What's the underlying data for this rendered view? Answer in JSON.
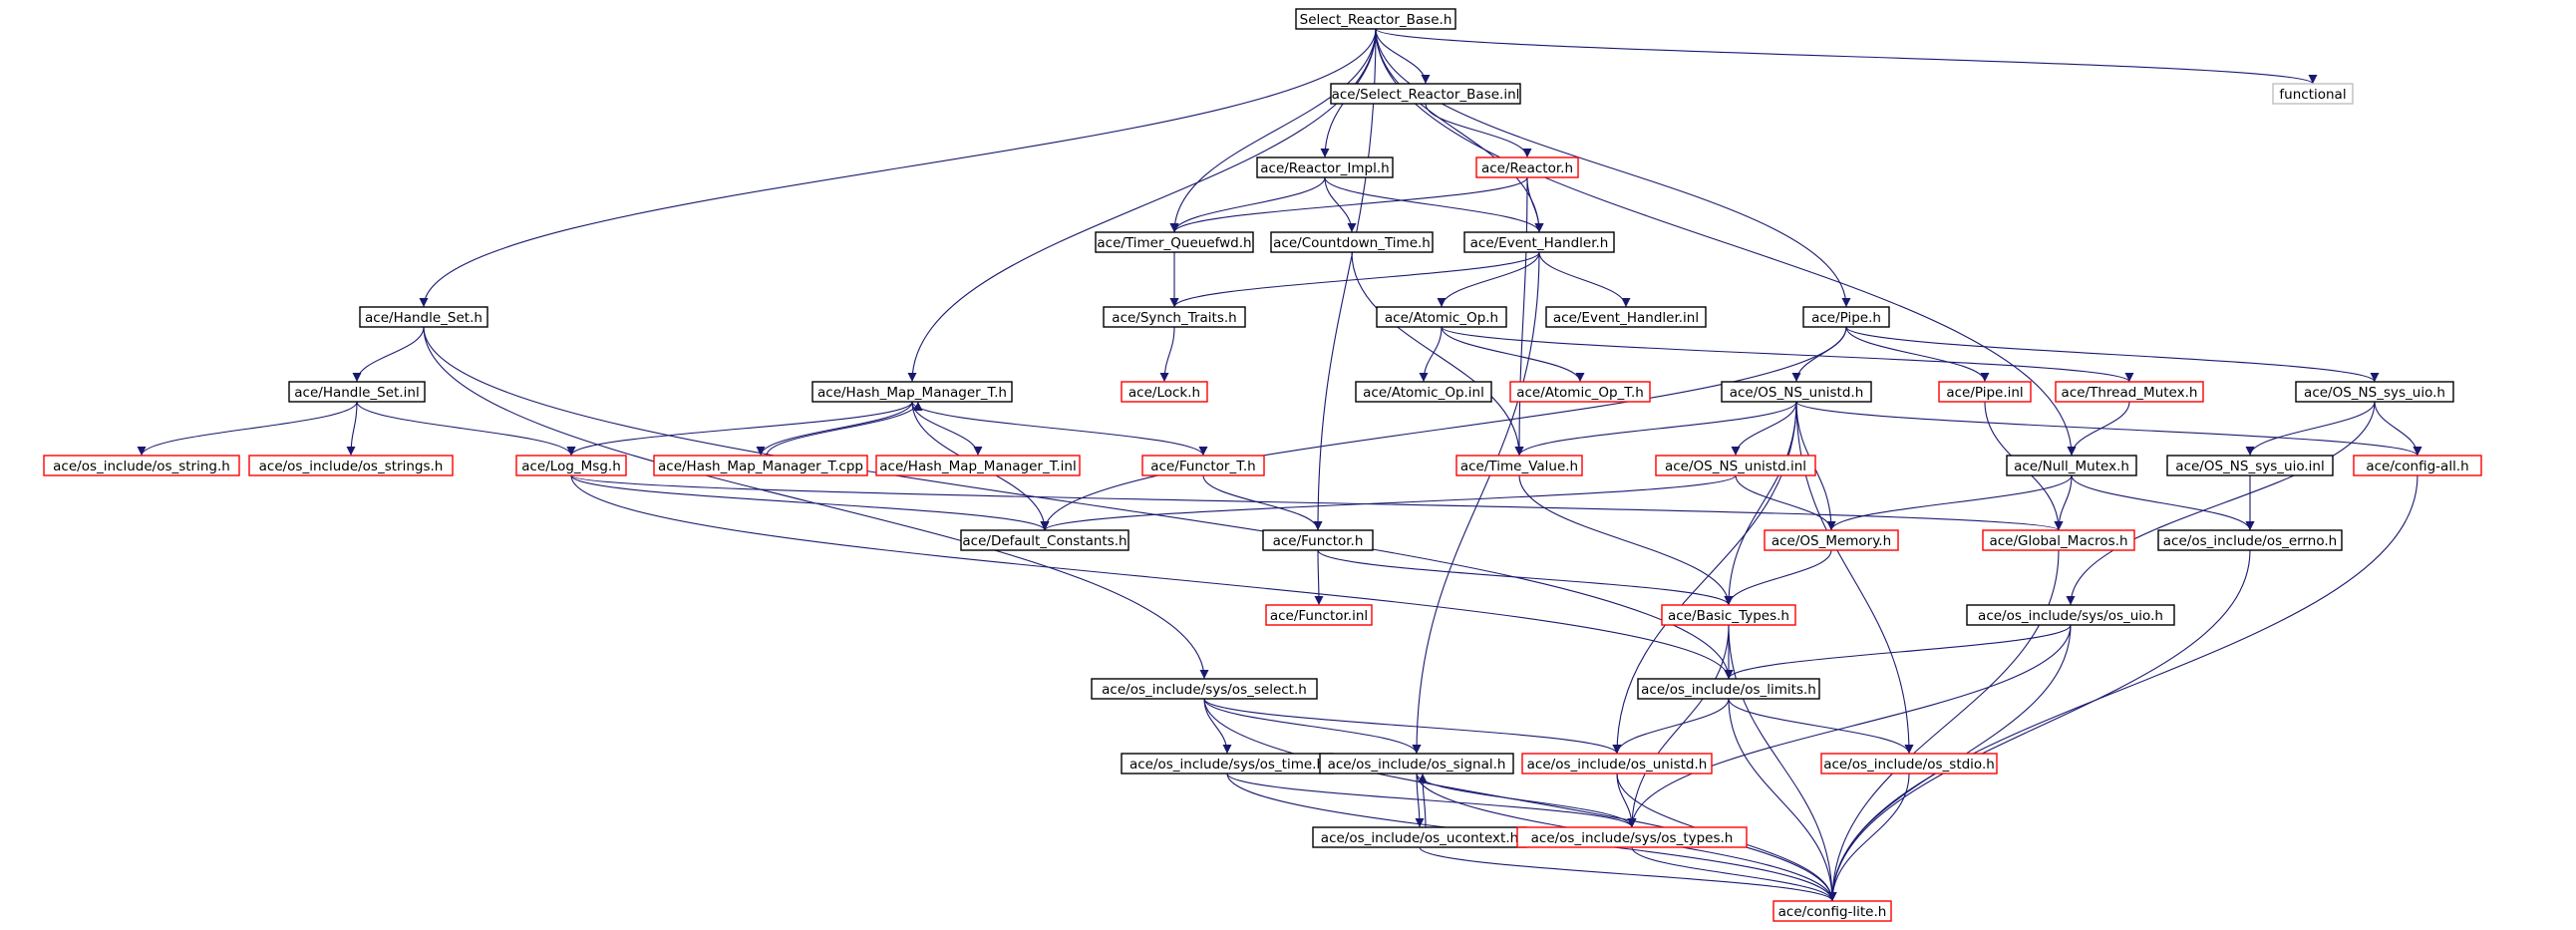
{
  "colors": {
    "edge": "#191970",
    "border_normal": "#000000",
    "border_truncated": "#ff0000",
    "border_external": "#bfbfbf",
    "root_fill": "#bfbfbf",
    "text": "#000000"
  },
  "nodes": [
    {
      "id": "select_reactor_base_h",
      "label": "Select_Reactor_Base.h",
      "style": "root"
    },
    {
      "id": "functional",
      "label": "functional",
      "style": "external"
    },
    {
      "id": "select_reactor_base_inl",
      "label": "ace/Select_Reactor_Base.inl",
      "style": "normal"
    },
    {
      "id": "reactor_impl_h",
      "label": "ace/Reactor_Impl.h",
      "style": "normal"
    },
    {
      "id": "reactor_h",
      "label": "ace/Reactor.h",
      "style": "truncated"
    },
    {
      "id": "timer_queuefwd_h",
      "label": "ace/Timer_Queuefwd.h",
      "style": "normal"
    },
    {
      "id": "countdown_time_h",
      "label": "ace/Countdown_Time.h",
      "style": "normal"
    },
    {
      "id": "event_handler_h",
      "label": "ace/Event_Handler.h",
      "style": "normal"
    },
    {
      "id": "handle_set_h",
      "label": "ace/Handle_Set.h",
      "style": "normal"
    },
    {
      "id": "synch_traits_h",
      "label": "ace/Synch_Traits.h",
      "style": "normal"
    },
    {
      "id": "atomic_op_h",
      "label": "ace/Atomic_Op.h",
      "style": "normal"
    },
    {
      "id": "event_handler_inl",
      "label": "ace/Event_Handler.inl",
      "style": "normal"
    },
    {
      "id": "pipe_h",
      "label": "ace/Pipe.h",
      "style": "normal"
    },
    {
      "id": "handle_set_inl",
      "label": "ace/Handle_Set.inl",
      "style": "normal"
    },
    {
      "id": "hash_map_manager_t_h",
      "label": "ace/Hash_Map_Manager_T.h",
      "style": "normal"
    },
    {
      "id": "lock_h",
      "label": "ace/Lock.h",
      "style": "truncated"
    },
    {
      "id": "atomic_op_inl",
      "label": "ace/Atomic_Op.inl",
      "style": "normal"
    },
    {
      "id": "atomic_op_t_h",
      "label": "ace/Atomic_Op_T.h",
      "style": "truncated"
    },
    {
      "id": "os_ns_unistd_h",
      "label": "ace/OS_NS_unistd.h",
      "style": "normal"
    },
    {
      "id": "pipe_inl",
      "label": "ace/Pipe.inl",
      "style": "truncated"
    },
    {
      "id": "thread_mutex_h",
      "label": "ace/Thread_Mutex.h",
      "style": "truncated"
    },
    {
      "id": "os_ns_sys_uio_h",
      "label": "ace/OS_NS_sys_uio.h",
      "style": "normal"
    },
    {
      "id": "os_string_h",
      "label": "ace/os_include/os_string.h",
      "style": "truncated"
    },
    {
      "id": "os_strings_h",
      "label": "ace/os_include/os_strings.h",
      "style": "truncated"
    },
    {
      "id": "log_msg_h",
      "label": "ace/Log_Msg.h",
      "style": "truncated"
    },
    {
      "id": "hash_map_manager_t_cpp",
      "label": "ace/Hash_Map_Manager_T.cpp",
      "style": "truncated"
    },
    {
      "id": "hash_map_manager_t_inl",
      "label": "ace/Hash_Map_Manager_T.inl",
      "style": "truncated"
    },
    {
      "id": "functor_t_h",
      "label": "ace/Functor_T.h",
      "style": "truncated"
    },
    {
      "id": "time_value_h",
      "label": "ace/Time_Value.h",
      "style": "truncated"
    },
    {
      "id": "os_ns_unistd_inl",
      "label": "ace/OS_NS_unistd.inl",
      "style": "truncated"
    },
    {
      "id": "null_mutex_h",
      "label": "ace/Null_Mutex.h",
      "style": "normal"
    },
    {
      "id": "os_ns_sys_uio_inl",
      "label": "ace/OS_NS_sys_uio.inl",
      "style": "normal"
    },
    {
      "id": "config_all_h",
      "label": "ace/config-all.h",
      "style": "truncated"
    },
    {
      "id": "default_constants_h",
      "label": "ace/Default_Constants.h",
      "style": "normal"
    },
    {
      "id": "functor_h",
      "label": "ace/Functor.h",
      "style": "normal"
    },
    {
      "id": "os_memory_h",
      "label": "ace/OS_Memory.h",
      "style": "truncated"
    },
    {
      "id": "global_macros_h",
      "label": "ace/Global_Macros.h",
      "style": "truncated"
    },
    {
      "id": "os_errno_h",
      "label": "ace/os_include/os_errno.h",
      "style": "normal"
    },
    {
      "id": "functor_inl",
      "label": "ace/Functor.inl",
      "style": "truncated"
    },
    {
      "id": "basic_types_h",
      "label": "ace/Basic_Types.h",
      "style": "truncated"
    },
    {
      "id": "sys_os_uio_h",
      "label": "ace/os_include/sys/os_uio.h",
      "style": "normal"
    },
    {
      "id": "os_limits_h",
      "label": "ace/os_include/os_limits.h",
      "style": "normal"
    },
    {
      "id": "sys_os_select_h",
      "label": "ace/os_include/sys/os_select.h",
      "style": "normal"
    },
    {
      "id": "sys_os_time_h",
      "label": "ace/os_include/sys/os_time.h",
      "style": "normal"
    },
    {
      "id": "os_signal_h",
      "label": "ace/os_include/os_signal.h",
      "style": "normal"
    },
    {
      "id": "os_unistd_h",
      "label": "ace/os_include/os_unistd.h",
      "style": "truncated"
    },
    {
      "id": "os_stdio_h",
      "label": "ace/os_include/os_stdio.h",
      "style": "truncated"
    },
    {
      "id": "os_ucontext_h",
      "label": "ace/os_include/os_ucontext.h",
      "style": "normal"
    },
    {
      "id": "sys_os_types_h",
      "label": "ace/os_include/sys/os_types.h",
      "style": "truncated"
    },
    {
      "id": "config_lite_h",
      "label": "ace/config-lite.h",
      "style": "truncated"
    }
  ],
  "edges": [
    [
      "select_reactor_base_h",
      "functional"
    ],
    [
      "select_reactor_base_h",
      "select_reactor_base_inl"
    ],
    [
      "select_reactor_base_h",
      "reactor_impl_h"
    ],
    [
      "select_reactor_base_h",
      "timer_queuefwd_h"
    ],
    [
      "select_reactor_base_h",
      "event_handler_h"
    ],
    [
      "select_reactor_base_h",
      "handle_set_h"
    ],
    [
      "select_reactor_base_h",
      "hash_map_manager_t_h"
    ],
    [
      "select_reactor_base_h",
      "functor_h"
    ],
    [
      "select_reactor_base_h",
      "pipe_h"
    ],
    [
      "select_reactor_base_h",
      "null_mutex_h"
    ],
    [
      "select_reactor_base_inl",
      "reactor_h"
    ],
    [
      "reactor_h",
      "event_handler_h"
    ],
    [
      "reactor_h",
      "timer_queuefwd_h"
    ],
    [
      "reactor_h",
      "time_value_h"
    ],
    [
      "reactor_impl_h",
      "timer_queuefwd_h"
    ],
    [
      "reactor_impl_h",
      "countdown_time_h"
    ],
    [
      "reactor_impl_h",
      "event_handler_h"
    ],
    [
      "timer_queuefwd_h",
      "synch_traits_h"
    ],
    [
      "countdown_time_h",
      "time_value_h"
    ],
    [
      "event_handler_h",
      "synch_traits_h"
    ],
    [
      "event_handler_h",
      "atomic_op_h"
    ],
    [
      "event_handler_h",
      "event_handler_inl"
    ],
    [
      "event_handler_h",
      "os_signal_h"
    ],
    [
      "synch_traits_h",
      "lock_h"
    ],
    [
      "atomic_op_h",
      "atomic_op_inl"
    ],
    [
      "atomic_op_h",
      "atomic_op_t_h"
    ],
    [
      "atomic_op_h",
      "thread_mutex_h"
    ],
    [
      "handle_set_h",
      "handle_set_inl"
    ],
    [
      "handle_set_h",
      "sys_os_select_h"
    ],
    [
      "handle_set_h",
      "os_limits_h"
    ],
    [
      "handle_set_inl",
      "os_string_h"
    ],
    [
      "handle_set_inl",
      "os_strings_h"
    ],
    [
      "handle_set_inl",
      "log_msg_h"
    ],
    [
      "hash_map_manager_t_h",
      "log_msg_h"
    ],
    [
      "hash_map_manager_t_h",
      "hash_map_manager_t_cpp"
    ],
    [
      "hash_map_manager_t_h",
      "hash_map_manager_t_inl"
    ],
    [
      "hash_map_manager_t_h",
      "functor_t_h"
    ],
    [
      "hash_map_manager_t_h",
      "default_constants_h"
    ],
    [
      "hash_map_manager_t_cpp",
      "hash_map_manager_t_h"
    ],
    [
      "log_msg_h",
      "default_constants_h"
    ],
    [
      "log_msg_h",
      "global_macros_h"
    ],
    [
      "log_msg_h",
      "os_limits_h"
    ],
    [
      "functor_t_h",
      "functor_h"
    ],
    [
      "functor_h",
      "functor_inl"
    ],
    [
      "functor_h",
      "basic_types_h"
    ],
    [
      "pipe_h",
      "os_ns_unistd_h"
    ],
    [
      "pipe_h",
      "pipe_inl"
    ],
    [
      "pipe_h",
      "os_ns_sys_uio_h"
    ],
    [
      "pipe_h",
      "default_constants_h"
    ],
    [
      "os_ns_unistd_h",
      "time_value_h"
    ],
    [
      "os_ns_unistd_h",
      "os_ns_unistd_inl"
    ],
    [
      "os_ns_unistd_h",
      "basic_types_h"
    ],
    [
      "os_ns_unistd_h",
      "os_memory_h"
    ],
    [
      "os_ns_unistd_h",
      "os_unistd_h"
    ],
    [
      "os_ns_unistd_h",
      "os_stdio_h"
    ],
    [
      "os_ns_unistd_h",
      "config_all_h"
    ],
    [
      "os_ns_unistd_inl",
      "os_memory_h"
    ],
    [
      "os_ns_unistd_inl",
      "default_constants_h"
    ],
    [
      "pipe_inl",
      "global_macros_h"
    ],
    [
      "thread_mutex_h",
      "null_mutex_h"
    ],
    [
      "os_ns_sys_uio_h",
      "os_ns_sys_uio_inl"
    ],
    [
      "os_ns_sys_uio_h",
      "config_all_h"
    ],
    [
      "os_ns_sys_uio_h",
      "sys_os_uio_h"
    ],
    [
      "null_mutex_h",
      "os_memory_h"
    ],
    [
      "null_mutex_h",
      "global_macros_h"
    ],
    [
      "null_mutex_h",
      "os_errno_h"
    ],
    [
      "os_ns_sys_uio_inl",
      "os_errno_h"
    ],
    [
      "config_all_h",
      "config_lite_h"
    ],
    [
      "time_value_h",
      "basic_types_h"
    ],
    [
      "os_memory_h",
      "basic_types_h"
    ],
    [
      "global_macros_h",
      "config_lite_h"
    ],
    [
      "os_errno_h",
      "config_lite_h"
    ],
    [
      "basic_types_h",
      "os_limits_h"
    ],
    [
      "basic_types_h",
      "sys_os_types_h"
    ],
    [
      "basic_types_h",
      "config_lite_h"
    ],
    [
      "sys_os_uio_h",
      "os_limits_h"
    ],
    [
      "sys_os_uio_h",
      "sys_os_types_h"
    ],
    [
      "sys_os_uio_h",
      "config_lite_h"
    ],
    [
      "os_limits_h",
      "os_unistd_h"
    ],
    [
      "os_limits_h",
      "os_stdio_h"
    ],
    [
      "os_limits_h",
      "config_lite_h"
    ],
    [
      "sys_os_select_h",
      "sys_os_time_h"
    ],
    [
      "sys_os_select_h",
      "os_signal_h"
    ],
    [
      "sys_os_select_h",
      "os_unistd_h"
    ],
    [
      "sys_os_select_h",
      "config_lite_h"
    ],
    [
      "sys_os_time_h",
      "sys_os_types_h"
    ],
    [
      "sys_os_time_h",
      "config_lite_h"
    ],
    [
      "os_signal_h",
      "os_ucontext_h"
    ],
    [
      "os_signal_h",
      "sys_os_types_h"
    ],
    [
      "os_signal_h",
      "config_lite_h"
    ],
    [
      "os_ucontext_h",
      "os_signal_h"
    ],
    [
      "os_ucontext_h",
      "config_lite_h"
    ],
    [
      "os_unistd_h",
      "sys_os_types_h"
    ],
    [
      "os_unistd_h",
      "config_lite_h"
    ],
    [
      "os_stdio_h",
      "config_lite_h"
    ],
    [
      "sys_os_types_h",
      "config_lite_h"
    ]
  ]
}
